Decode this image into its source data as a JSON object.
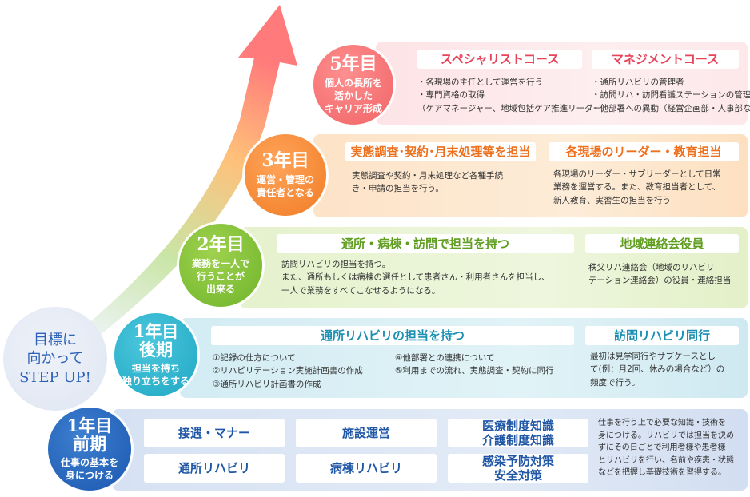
{
  "colors": {
    "year5": "#f06466",
    "year3": "#f07c24",
    "year2": "#6fb42b",
    "year1_late": "#20a7c4",
    "year1_early": "#1b58b0"
  },
  "goal": {
    "lines": [
      "目標に",
      "向かって",
      "STEP UP!"
    ]
  },
  "year5": {
    "year": "5年目",
    "sub": [
      "個人の長所を",
      "活かした",
      "キャリア形成"
    ],
    "box1": {
      "title": "スペシャリストコース",
      "lines": [
        "・各現場の主任として運営を行う",
        "・専門資格の取得",
        "（ケアマネージャー、地域包括ケア推進リーダー）"
      ]
    },
    "box2": {
      "title": "マネジメントコース",
      "lines": [
        "・通所リハビリの管理者",
        "・訪問リハ・訪問看護ステーションの管理者",
        "・他部署への異動（経営企画部・人事部など）"
      ]
    }
  },
  "year3": {
    "year": "3年目",
    "sub": [
      "運営・管理の",
      "責任者となる"
    ],
    "box1": {
      "title": "実態調査･契約･月末処理等を担当",
      "lines": [
        "実態調査や契約・月末処理など各種手続",
        "き・申請の担当を行う。"
      ]
    },
    "box2": {
      "title": "各現場のリーダー・教育担当",
      "lines": [
        "各現場のリーダー・サブリーダーとして日常",
        "業務を運営する。また、教育担当者として、",
        "新人教育、実習生の担当を行う"
      ]
    }
  },
  "year2": {
    "year": "2年目",
    "sub": [
      "業務を一人で",
      "行うことが",
      "出来る"
    ],
    "box1": {
      "title": "通所・病棟・訪問で担当を持つ",
      "lines": [
        "訪問リハビリの担当を持つ。",
        "また、通所もしくは病棟の選任として患者さん・利用者さんを担当し、",
        "一人で業務をすべてこなせるようになる。"
      ]
    },
    "box2": {
      "title": "地域連絡会役員",
      "lines": [
        "秩父リハ連絡会（地域のリハビリ",
        "テーション連絡会）の役員・連絡担当"
      ]
    }
  },
  "year1_late": {
    "year": [
      "1年目",
      "後期"
    ],
    "sub": [
      "担当を持ち",
      "独り立ちをする"
    ],
    "box1": {
      "title": "通所リハビリの担当を持つ",
      "col1": [
        "①記録の仕方について",
        "②リハビリテーション実施計画書の作成",
        "③通所リハビリ計画書の作成"
      ],
      "col2": [
        "④他部署との連携について",
        "⑤利用までの流れ、実態調査・契約に同行"
      ]
    },
    "box2": {
      "title": "訪問リハビリ同行",
      "lines": [
        "最初は見学同行やサブケースとし",
        "て(例：月2回、休みの場合など）の",
        "頻度で行う。"
      ]
    }
  },
  "year1_early": {
    "year": [
      "1年目",
      "前期"
    ],
    "sub": [
      "仕事の基本を",
      "身につける"
    ],
    "boxes": [
      [
        "接遇・マナー"
      ],
      [
        "施設運営"
      ],
      [
        "医療制度知識",
        "介護制度知識"
      ],
      [
        "通所リハビリ"
      ],
      [
        "病棟リハビリ"
      ],
      [
        "感染予防対策",
        "安全対策"
      ]
    ],
    "desc": [
      "仕事を行う上で必要な知識・技術を",
      "身につける。リハビリでは担当を決め",
      "ずにその日ごとで利用者様や患者様",
      "とリハビリを行い、名前や疾患・状態",
      "などを把握し基礎技術を習得する。"
    ]
  }
}
